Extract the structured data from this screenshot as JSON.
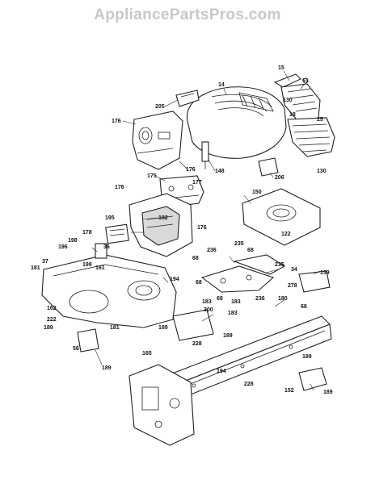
{
  "watermark": "AppliancePartsPros.com",
  "callouts": [
    {
      "id": "c-15",
      "text": "15"
    },
    {
      "id": "c-61",
      "text": "61"
    },
    {
      "id": "c-14",
      "text": "14"
    },
    {
      "id": "c-205",
      "text": "205"
    },
    {
      "id": "c-130a",
      "text": "130"
    },
    {
      "id": "c-176a",
      "text": "176"
    },
    {
      "id": "c-18",
      "text": "18"
    },
    {
      "id": "c-25",
      "text": "25"
    },
    {
      "id": "c-176b",
      "text": "176"
    },
    {
      "id": "c-148",
      "text": "148"
    },
    {
      "id": "c-206",
      "text": "206"
    },
    {
      "id": "c-130b",
      "text": "130"
    },
    {
      "id": "c-175",
      "text": "175"
    },
    {
      "id": "c-177",
      "text": "177"
    },
    {
      "id": "c-176c",
      "text": "176"
    },
    {
      "id": "c-150",
      "text": "150"
    },
    {
      "id": "c-195",
      "text": "195"
    },
    {
      "id": "c-182",
      "text": "182"
    },
    {
      "id": "c-178",
      "text": "178"
    },
    {
      "id": "c-176d",
      "text": "176"
    },
    {
      "id": "c-122",
      "text": "122"
    },
    {
      "id": "c-198",
      "text": "198"
    },
    {
      "id": "c-196",
      "text": "196"
    },
    {
      "id": "c-36",
      "text": "36"
    },
    {
      "id": "c-235a",
      "text": "235"
    },
    {
      "id": "c-236a",
      "text": "236"
    },
    {
      "id": "c-68a",
      "text": "68"
    },
    {
      "id": "c-68b",
      "text": "68"
    },
    {
      "id": "c-37",
      "text": "37"
    },
    {
      "id": "c-181a",
      "text": "181"
    },
    {
      "id": "c-199",
      "text": "199"
    },
    {
      "id": "c-161",
      "text": "161"
    },
    {
      "id": "c-235b",
      "text": "235"
    },
    {
      "id": "c-34",
      "text": "34"
    },
    {
      "id": "c-139",
      "text": "139"
    },
    {
      "id": "c-194a",
      "text": "194"
    },
    {
      "id": "c-278",
      "text": "278"
    },
    {
      "id": "c-68c",
      "text": "68"
    },
    {
      "id": "c-236b",
      "text": "236"
    },
    {
      "id": "c-68d",
      "text": "68"
    },
    {
      "id": "c-183a",
      "text": "183"
    },
    {
      "id": "c-180",
      "text": "180"
    },
    {
      "id": "c-183b",
      "text": "183"
    },
    {
      "id": "c-68e",
      "text": "68"
    },
    {
      "id": "c-162",
      "text": "162"
    },
    {
      "id": "c-300",
      "text": "300"
    },
    {
      "id": "c-183c",
      "text": "183"
    },
    {
      "id": "c-222",
      "text": "222"
    },
    {
      "id": "c-189a",
      "text": "189"
    },
    {
      "id": "c-181b",
      "text": "181"
    },
    {
      "id": "c-189b",
      "text": "189"
    },
    {
      "id": "c-189c",
      "text": "189"
    },
    {
      "id": "c-228a",
      "text": "228"
    },
    {
      "id": "c-56",
      "text": "56"
    },
    {
      "id": "c-165",
      "text": "165"
    },
    {
      "id": "c-189d",
      "text": "189"
    },
    {
      "id": "c-189e",
      "text": "189"
    },
    {
      "id": "c-194b",
      "text": "194"
    },
    {
      "id": "c-228b",
      "text": "228"
    },
    {
      "id": "c-152",
      "text": "152"
    },
    {
      "id": "c-189f",
      "text": "189"
    }
  ]
}
